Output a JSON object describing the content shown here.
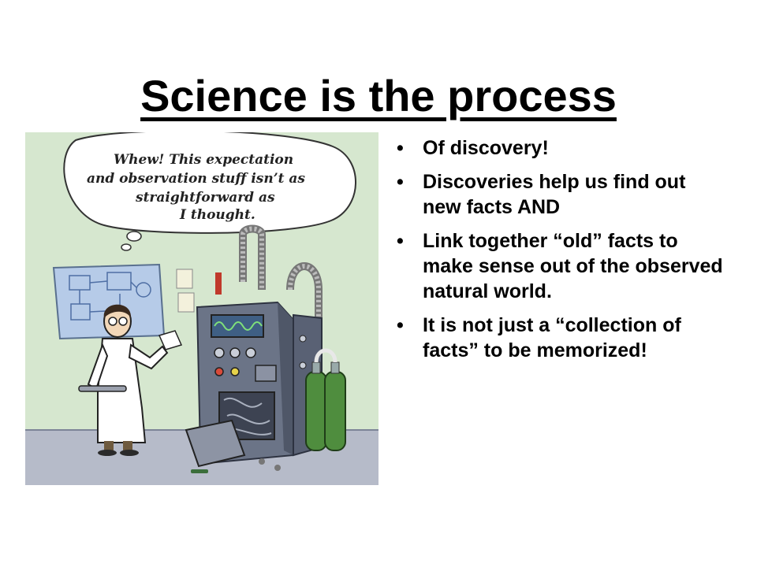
{
  "slide": {
    "title": "Science is the process",
    "bullets": [
      "Of discovery!",
      "Discoveries help us find out new facts AND",
      "Link together “old” facts to make sense out of the observed natural world.",
      "It is not just a “collection of facts” to be memorized!"
    ]
  },
  "cartoon": {
    "speech_bubble_lines": [
      "Whew! This expectation",
      "and observation stuff isn’t as",
      "straightforward as",
      "I thought."
    ],
    "colors": {
      "wall": "#d6e7cf",
      "floor": "#b6bbc9",
      "machine": "#6b7487",
      "blueprint": "#b6cbe8",
      "gas_tanks": "#4f8d3e"
    }
  }
}
